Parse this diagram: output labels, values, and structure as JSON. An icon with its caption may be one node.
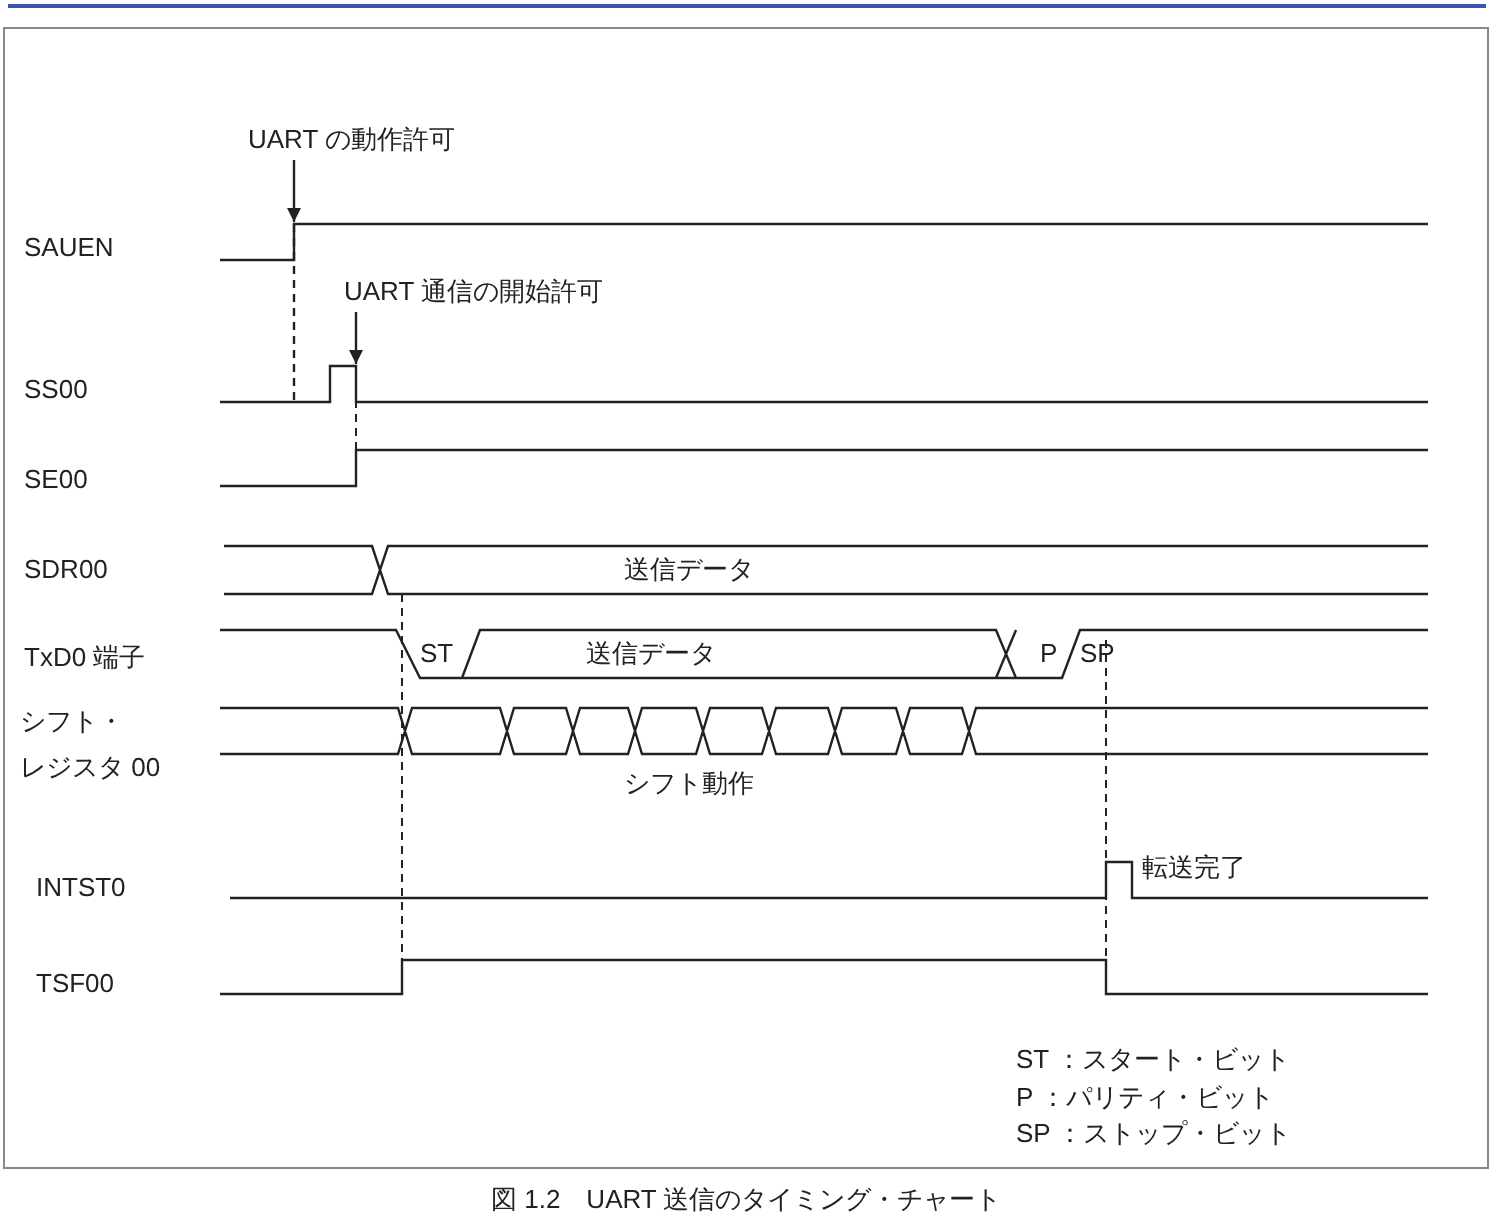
{
  "diagram": {
    "caption": "図 1.2　UART 送信のタイミング・チャート",
    "nodes": [
      {
        "text": [
          "UART の動作許可"
        ]
      },
      {
        "text": [
          "UART 通信の開始許可"
        ]
      },
      {
        "text": [],
        "shape": "line"
      },
      {
        "text": [],
        "shape": "line"
      }
    ],
    "edges": [
      {
        "from": 0,
        "to": 2,
        "arrow": "to"
      },
      {
        "from": 1,
        "to": 3,
        "arrow": "to"
      },
      {
        "from": 2,
        "to": 3,
        "arrow": "none",
        "style": "dashed"
      }
    ],
    "labels": [
      "SAUEN",
      "SS00",
      "SE00",
      "SDR00",
      "送信データ",
      "TxD0 端子",
      "ST",
      "送信データ",
      "P",
      "SP",
      "シフト・レジスタ 00",
      "シフト動作",
      "INTST0",
      "転送完了",
      "TSF00",
      "ST ：スタート・ビット",
      "P ：パリティ・ビット",
      "SP ：ストップ・ビット"
    ]
  }
}
